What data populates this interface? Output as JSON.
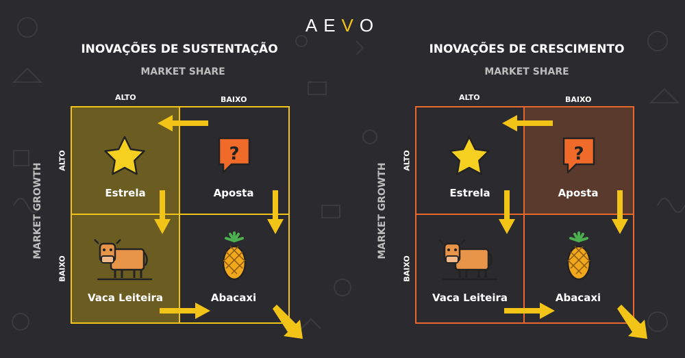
{
  "brand": {
    "prefix": "AE",
    "v": "V",
    "suffix": "O"
  },
  "left": {
    "title": "INOVAÇÕES DE SUSTENTAÇÃO",
    "x_axis": "MARKET SHARE",
    "y_axis": "MARKET GROWTH",
    "x_high": "ALTO",
    "x_low": "BAIXO",
    "y_high": "ALTO",
    "y_low": "BAIXO",
    "cells": {
      "star": "Estrela",
      "question": "Aposta",
      "cow": "Vaca Leiteira",
      "pineapple": "Abacaxi"
    }
  },
  "right": {
    "title": "INOVAÇÕES DE CRESCIMENTO",
    "x_axis": "MARKET SHARE",
    "y_axis": "MARKET GROWTH",
    "x_high": "ALTO",
    "x_low": "BAIXO",
    "y_high": "ALTO",
    "y_low": "BAIXO",
    "cells": {
      "star": "Estrela",
      "question": "Aposta",
      "cow": "Vaca Leiteira",
      "pineapple": "Abacaxi"
    }
  },
  "colors": {
    "yellow": "#f2c418",
    "orange": "#e8692b",
    "yellow_fill": "#6b5d22",
    "orange_fill": "#5a3a2c"
  },
  "icons": [
    "star-icon",
    "question-bubble-icon",
    "cow-icon",
    "pineapple-icon",
    "arrow-icon"
  ]
}
